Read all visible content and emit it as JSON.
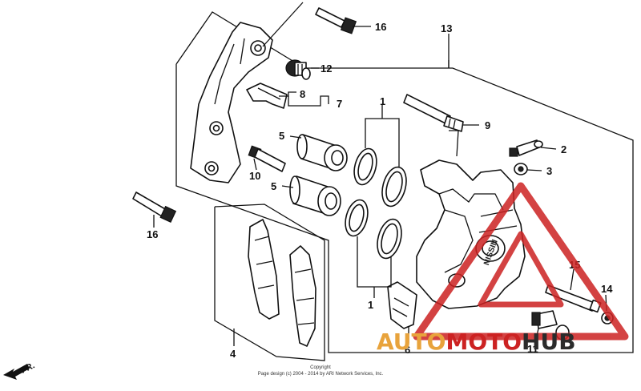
{
  "callouts": {
    "c1a": "1",
    "c1b": "1",
    "c2": "2",
    "c3": "3",
    "c4": "4",
    "c5a": "5",
    "c5b": "5",
    "c6": "6",
    "c7": "7",
    "c8": "8",
    "c9": "9",
    "c10": "10",
    "c11": "11",
    "c12": "12",
    "c13": "13",
    "c14": "14",
    "c15": "15",
    "c16a": "16",
    "c16b": "16"
  },
  "direction_label": "FR.",
  "caliper_logo": "NISSIN",
  "watermark": {
    "part1": "AUTO",
    "part2": "MOTO",
    "part3": "HUB"
  },
  "copyright": {
    "line1": "Copyright",
    "line2": "Page design (c) 2004 - 2014 by ARI Network Services, Inc."
  },
  "colors": {
    "line": "#111111",
    "watermark_orange": "#e8a33c",
    "watermark_red": "#cc2222",
    "watermark_dark": "#2b2b2b"
  }
}
